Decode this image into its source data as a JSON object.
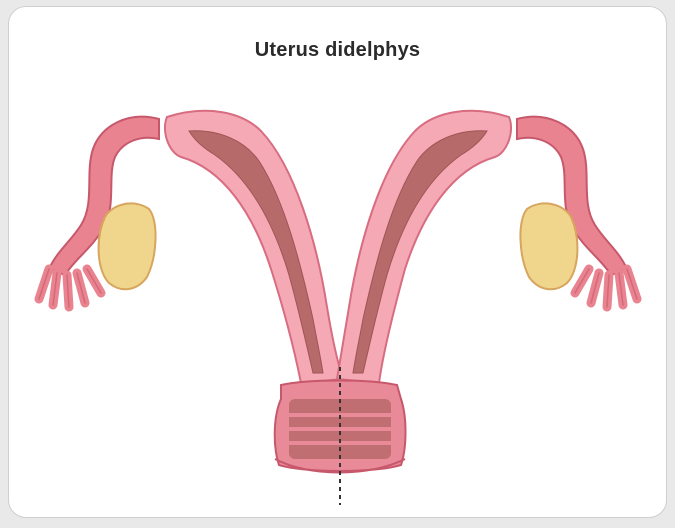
{
  "figure": {
    "title": "Uterus didelphys"
  },
  "colors": {
    "uterine_wall": "#f4a9b5",
    "uterine_wall_outline": "#d86c80",
    "cavity": "#b66a6a",
    "tube": "#e8838f",
    "tube_outline": "#c7586b",
    "ovary": "#f0d68d",
    "cervix": "#e98a98",
    "cervix_inner": "#b8696b",
    "midline": "#333333"
  },
  "icons": [
    "left-ovary",
    "right-ovary",
    "left-fallopian-tube",
    "right-fallopian-tube",
    "left-uterine-horn",
    "right-uterine-horn",
    "double-cervix",
    "septum-midline"
  ]
}
